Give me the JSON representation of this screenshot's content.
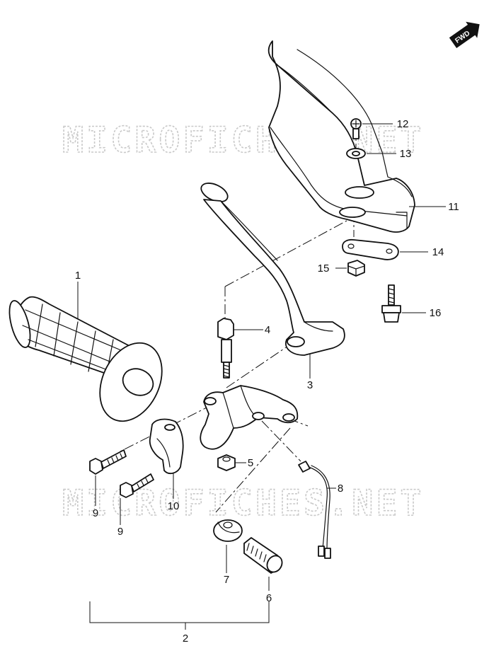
{
  "badge": {
    "text": "FWD"
  },
  "watermark": {
    "text": "MICROFICHES.NET"
  },
  "callouts": [
    {
      "id": "c1",
      "text": "1"
    },
    {
      "id": "c2",
      "text": "2"
    },
    {
      "id": "c3",
      "text": "3"
    },
    {
      "id": "c4",
      "text": "4"
    },
    {
      "id": "c5",
      "text": "5"
    },
    {
      "id": "c6",
      "text": "6"
    },
    {
      "id": "c7",
      "text": "7"
    },
    {
      "id": "c8",
      "text": "8"
    },
    {
      "id": "c9a",
      "text": "9"
    },
    {
      "id": "c9b",
      "text": "9"
    },
    {
      "id": "c10",
      "text": "10"
    },
    {
      "id": "c11",
      "text": "11"
    },
    {
      "id": "c12",
      "text": "12"
    },
    {
      "id": "c13",
      "text": "13"
    },
    {
      "id": "c14",
      "text": "14"
    },
    {
      "id": "c15",
      "text": "15"
    },
    {
      "id": "c16",
      "text": "16"
    }
  ]
}
